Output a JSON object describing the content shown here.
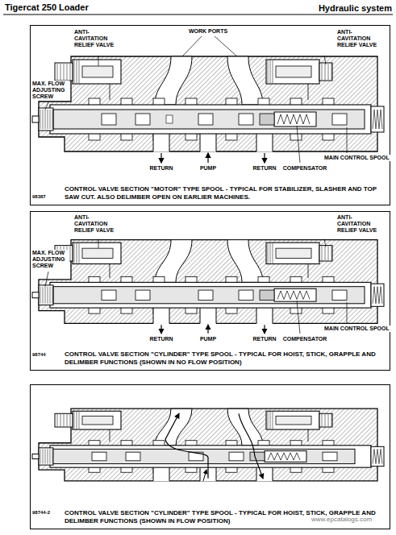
{
  "diagram": {
    "title": "Tigercat 250 Loader",
    "nodes": [
      {
        "text": [
          "CONTROL VALVE SECTION \"MOTOR\" TYPE SPOOL - TYPICAL FOR STABILIZER, SLASHER AND TOP SAW CUT. ALSO DELIMBER OPEN ON EARLIER MACHINES."
        ]
      },
      {
        "text": [
          "CONTROL VALVE SECTION \"CYLINDER\" TYPE SPOOL - TYPICAL FOR HOIST, STICK, GRAPPLE AND DELIMBER FUNCTIONS (SHOWN IN NO FLOW POSITION)"
        ]
      },
      {
        "text": [
          "CONTROL VALVE SECTION \"CYLINDER\" TYPE SPOOL - TYPICAL FOR HOIST, STICK, GRAPPLE AND DELIMBER FUNCTIONS (SHOWN IN FLOW POSITION)"
        ]
      }
    ],
    "labels": [
      "Hydraulic system",
      "WORK PORTS",
      "ANTI-CAVITATION RELIEF VALVE",
      "ANTI-CAVITATION RELIEF VALVE",
      "MAX. FLOW ADJUSTING SCREW",
      "RETURN",
      "PUMP",
      "RETURN",
      "COMPENSATOR",
      "MAIN CONTROL SPOOL",
      "98387",
      "ANTI-CAVITATION RELIEF VALVE",
      "ANTI-CAVITATION RELIEF VALVE",
      "MAX. FLOW ADJUSTING SCREW",
      "RETURN",
      "PUMP",
      "RETURN",
      "COMPENSATOR",
      "MAIN CONTROL SPOOL",
      "98744",
      "98744-2",
      "www.epcatalogs.com"
    ]
  }
}
